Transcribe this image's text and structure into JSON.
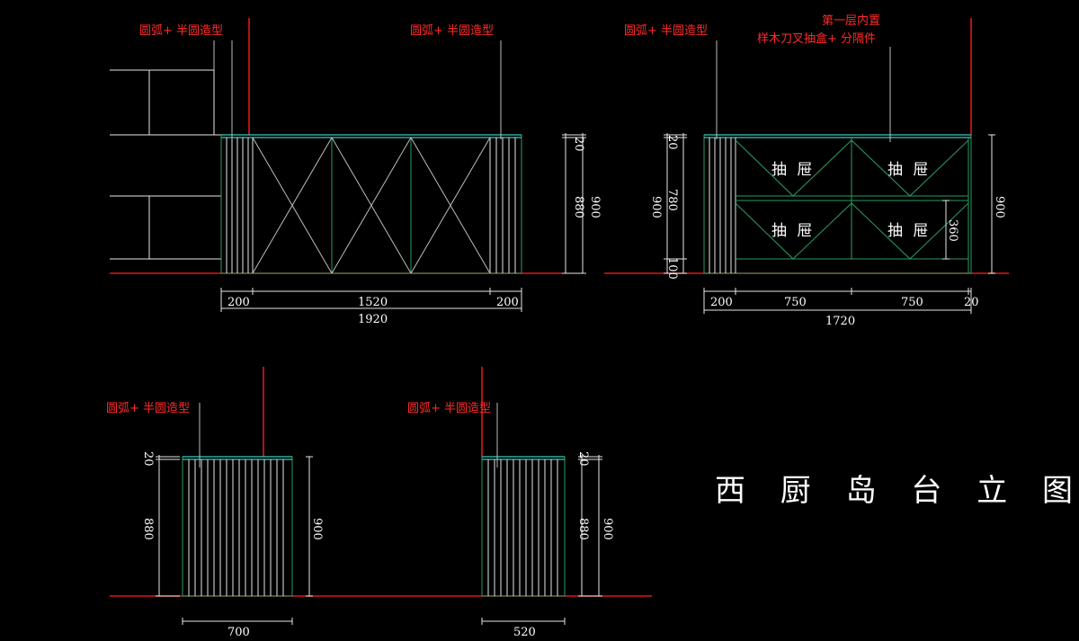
{
  "title": "西 厨 岛 台 立 图",
  "annotations": {
    "arc_1": "圆弧+ 半圆造型",
    "arc_2": "圆弧+ 半圆造型",
    "arc_3": "圆弧+ 半圆造型",
    "arc_4": "圆弧+ 半圆造型",
    "arc_5": "圆弧+ 半圆造型",
    "layer_line1": "第一层内置",
    "layer_line2": "样木刀叉抽盒+ 分隔件"
  },
  "drawers": [
    "抽 屉",
    "抽 屉",
    "抽 屉",
    "抽 屉"
  ],
  "elev_a": {
    "dims_bottom": [
      "200",
      "1520",
      "200"
    ],
    "dim_total": "1920",
    "dims_right": [
      "20",
      "880",
      "900"
    ]
  },
  "elev_b": {
    "dims_left": [
      "20",
      "900",
      "780",
      "100"
    ],
    "dims_bottom": [
      "200",
      "750",
      "750",
      "20"
    ],
    "dim_total": "1720",
    "dim_drawer": "360",
    "dim_right": "900"
  },
  "elev_c": {
    "dims_left": [
      "20",
      "880"
    ],
    "dim_right": "900",
    "dim_bottom": "700"
  },
  "elev_d": {
    "dims_right": [
      "20",
      "880",
      "900"
    ],
    "dim_bottom": "520"
  }
}
